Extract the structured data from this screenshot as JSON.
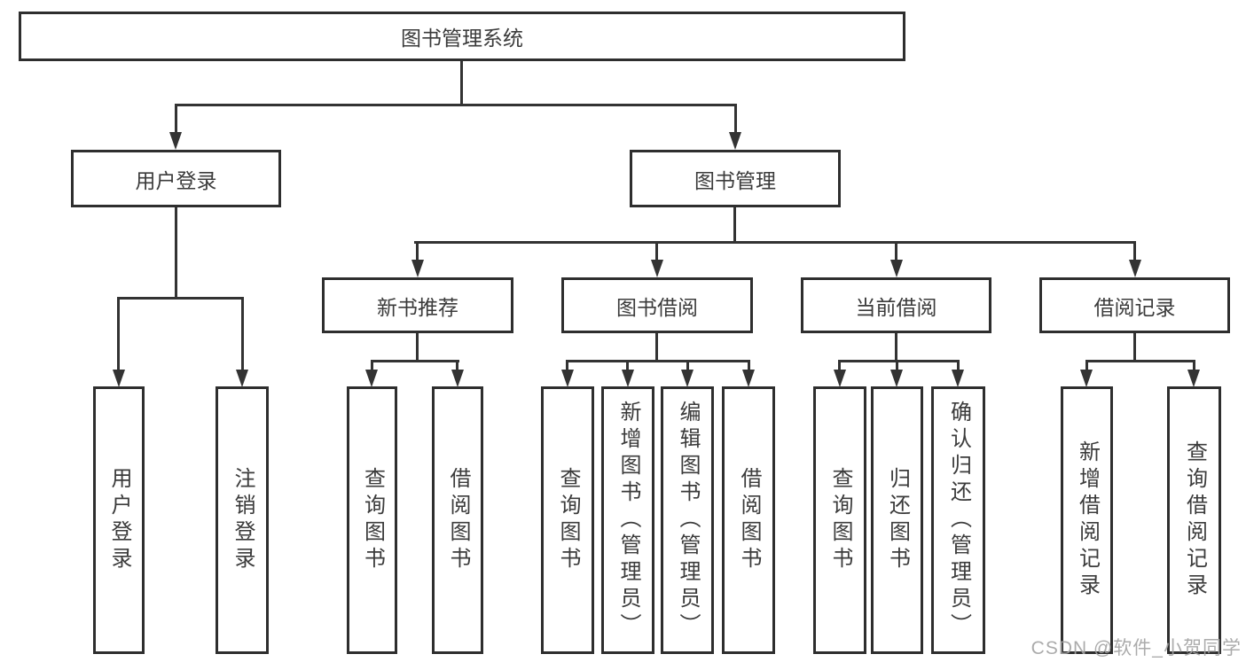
{
  "diagram": {
    "root": {
      "label": "图书管理系统"
    },
    "level2": {
      "user_login": {
        "label": "用户登录"
      },
      "book_mgmt": {
        "label": "图书管理"
      }
    },
    "level3": {
      "new_book": {
        "label": "新书推荐"
      },
      "book_borrow": {
        "label": "图书借阅"
      },
      "current_borrow": {
        "label": "当前借阅"
      },
      "borrow_record": {
        "label": "借阅记录"
      }
    },
    "leaves": {
      "user_login": [
        "用户登录",
        "注销登录"
      ],
      "new_book": [
        "查询图书",
        "借阅图书"
      ],
      "book_borrow": [
        "查询图书",
        "新增图书（管理员）",
        "编辑图书（管理员）",
        "借阅图书"
      ],
      "current_borrow": [
        "查询图书",
        "归还图书",
        "确认归还（管理员）"
      ],
      "borrow_record": [
        "新增借阅记录",
        "查询借阅记录"
      ]
    },
    "watermark": "CSDN @软件_小贺同学",
    "colors": {
      "line": "#333333",
      "box_border": "#2e2e2e",
      "text": "#3b3b3b",
      "watermark": "#a3a3a3",
      "background": "#ffffff"
    }
  }
}
